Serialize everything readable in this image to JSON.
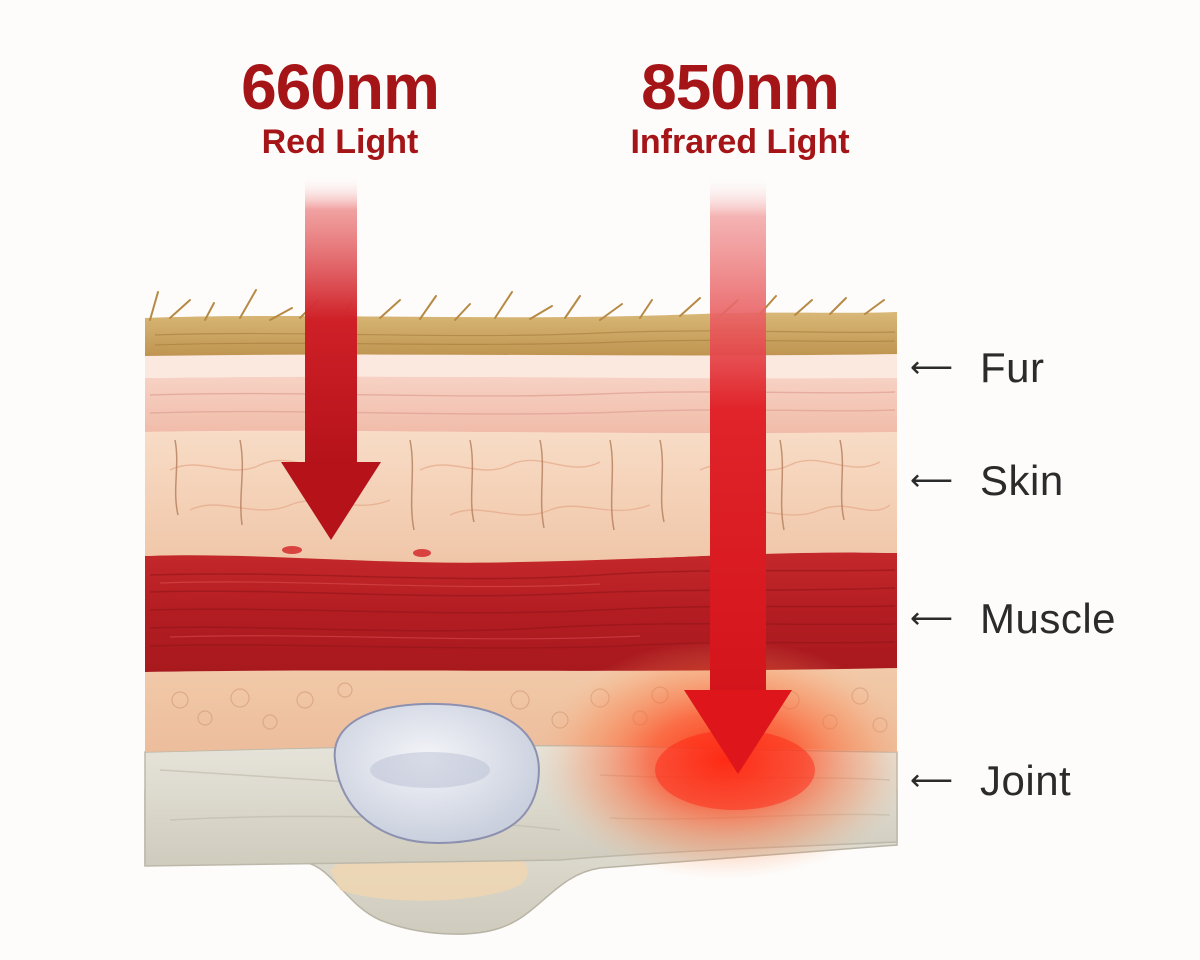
{
  "beams": [
    {
      "wavelength": "660nm",
      "name": "Red Light",
      "color": "#c5161c"
    },
    {
      "wavelength": "850nm",
      "name": "Infrared Light",
      "color": "#d8141a"
    }
  ],
  "layers": [
    {
      "label": "Fur",
      "arrow_icon": "left-arrow-icon"
    },
    {
      "label": "Skin",
      "arrow_icon": "left-arrow-icon"
    },
    {
      "label": "Muscle",
      "arrow_icon": "left-arrow-icon"
    },
    {
      "label": "Joint",
      "arrow_icon": "left-arrow-icon"
    }
  ],
  "colors": {
    "title_red": "#a51416",
    "fur": "#c9a35e",
    "skin": "#f3cbb3",
    "muscle": "#b71f24",
    "fat": "#f0c4a7",
    "bone": "#dcd9cf",
    "cartilage": "#dde1ea"
  }
}
